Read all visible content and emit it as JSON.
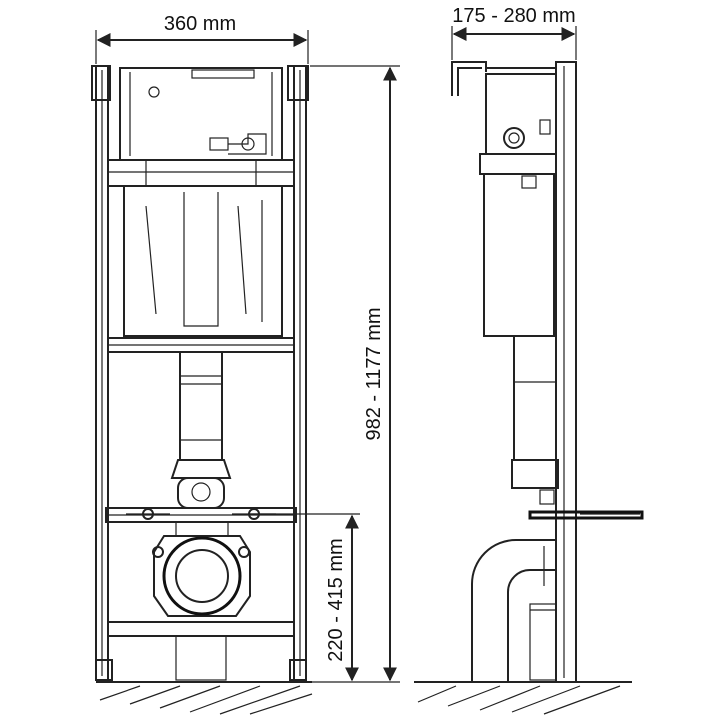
{
  "dimensions": {
    "frame_width": "360 mm",
    "installation_depth": "175 - 280 mm",
    "frame_height": "982 - 1177 mm",
    "outlet_height": "220 - 415 mm"
  },
  "colors": {
    "line": "#222222",
    "background": "#ffffff"
  }
}
